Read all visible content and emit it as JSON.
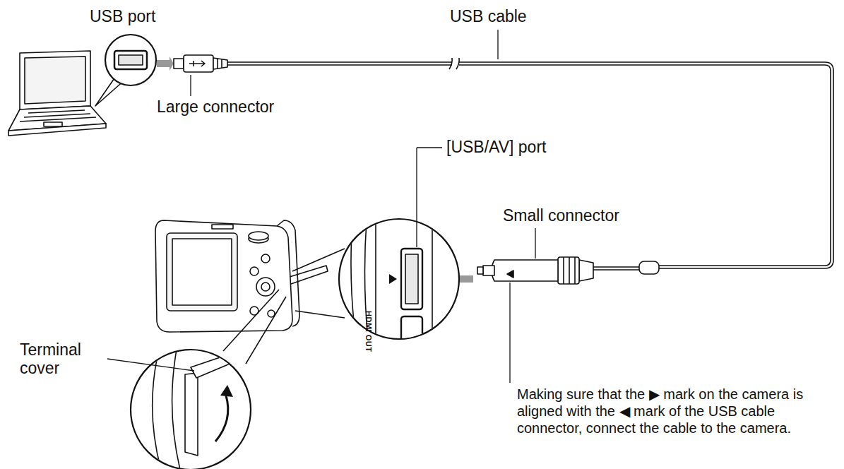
{
  "diagram": {
    "labels": [
      "USB port",
      "USB cable",
      "Large connector",
      "[USB/AV] port",
      "Small connector",
      "Terminal cover",
      "HDMI OUT",
      "Making sure that the ▶ mark on the camera is aligned with the ◀ mark of the USB cable connector, connect the cable to the camera."
    ]
  }
}
